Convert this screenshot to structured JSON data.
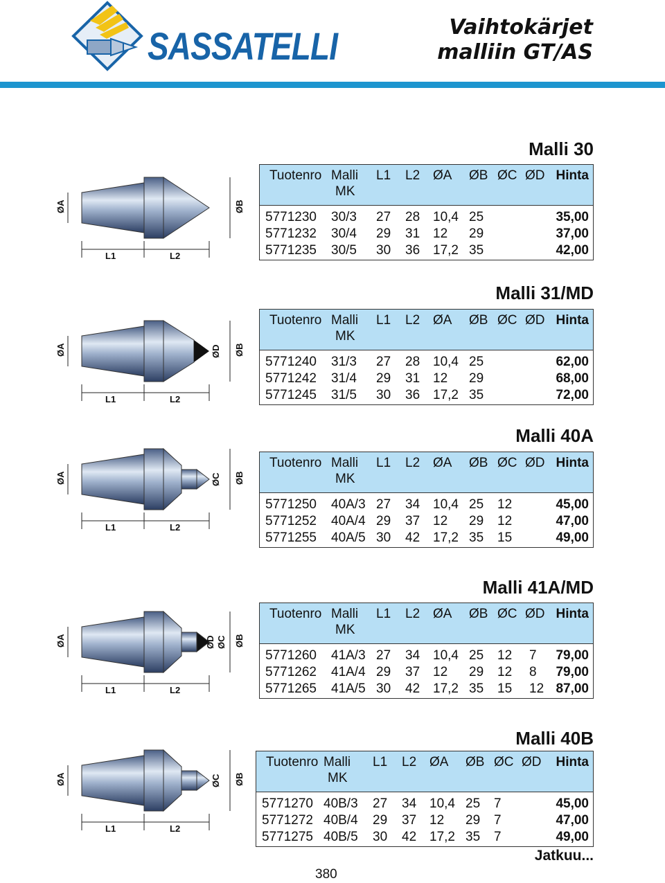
{
  "header": {
    "brand": "SASSATELLI",
    "title_line1": "Vaihtokärjet",
    "title_line2": "malliin GT/AS"
  },
  "columns": {
    "code": "Tuotenro",
    "model": "Malli",
    "model_sub": "MK",
    "l1": "L1",
    "l2": "L2",
    "a": "ØA",
    "b": "ØB",
    "c": "ØC",
    "d": "ØD",
    "price": "Hinta"
  },
  "drawing_labels": {
    "a": "ØA",
    "b": "ØB",
    "c": "ØC",
    "d": "ØD",
    "l1": "L1",
    "l2": "L2"
  },
  "sections": [
    {
      "title": "Malli 30",
      "rows": [
        [
          "5771230",
          "30/3",
          "27",
          "28",
          "10,4",
          "25",
          "",
          "",
          "35,00"
        ],
        [
          "5771232",
          "30/4",
          "29",
          "31",
          "12",
          "29",
          "",
          "",
          "37,00"
        ],
        [
          "5771235",
          "30/5",
          "30",
          "36",
          "17,2",
          "35",
          "",
          "",
          "42,00"
        ]
      ]
    },
    {
      "title": "Malli 31/MD",
      "rows": [
        [
          "5771240",
          "31/3",
          "27",
          "28",
          "10,4",
          "25",
          "",
          "",
          "62,00"
        ],
        [
          "5771242",
          "31/4",
          "29",
          "31",
          "12",
          "29",
          "",
          "",
          "68,00"
        ],
        [
          "5771245",
          "31/5",
          "30",
          "36",
          "17,2",
          "35",
          "",
          "",
          "72,00"
        ]
      ]
    },
    {
      "title": "Malli 40A",
      "rows": [
        [
          "5771250",
          "40A/3",
          "27",
          "34",
          "10,4",
          "25",
          "12",
          "",
          "45,00"
        ],
        [
          "5771252",
          "40A/4",
          "29",
          "37",
          "12",
          "29",
          "12",
          "",
          "47,00"
        ],
        [
          "5771255",
          "40A/5",
          "30",
          "42",
          "17,2",
          "35",
          "15",
          "",
          "49,00"
        ]
      ]
    },
    {
      "title": "Malli 41A/MD",
      "rows": [
        [
          "5771260",
          "41A/3",
          "27",
          "34",
          "10,4",
          "25",
          "12",
          "7",
          "79,00"
        ],
        [
          "5771262",
          "41A/4",
          "29",
          "37",
          "12",
          "29",
          "12",
          "8",
          "79,00"
        ],
        [
          "5771265",
          "41A/5",
          "30",
          "42",
          "17,2",
          "35",
          "15",
          "12",
          "87,00"
        ]
      ]
    },
    {
      "title": "Malli 40B",
      "rows": [
        [
          "5771270",
          "40B/3",
          "27",
          "34",
          "10,4",
          "25",
          "7",
          "",
          "45,00"
        ],
        [
          "5771272",
          "40B/4",
          "29",
          "37",
          "12",
          "29",
          "7",
          "",
          "47,00"
        ],
        [
          "5771275",
          "40B/5",
          "30",
          "42",
          "17,2",
          "35",
          "7",
          "",
          "49,00"
        ]
      ]
    }
  ],
  "footer": {
    "continued": "Jatkuu...",
    "page_number": "380"
  },
  "colors": {
    "accent_blue": "#1d95cf",
    "brand_blue": "#1864a8",
    "header_fill": "#b7dff5",
    "logo_yellow": "#f2c316"
  }
}
